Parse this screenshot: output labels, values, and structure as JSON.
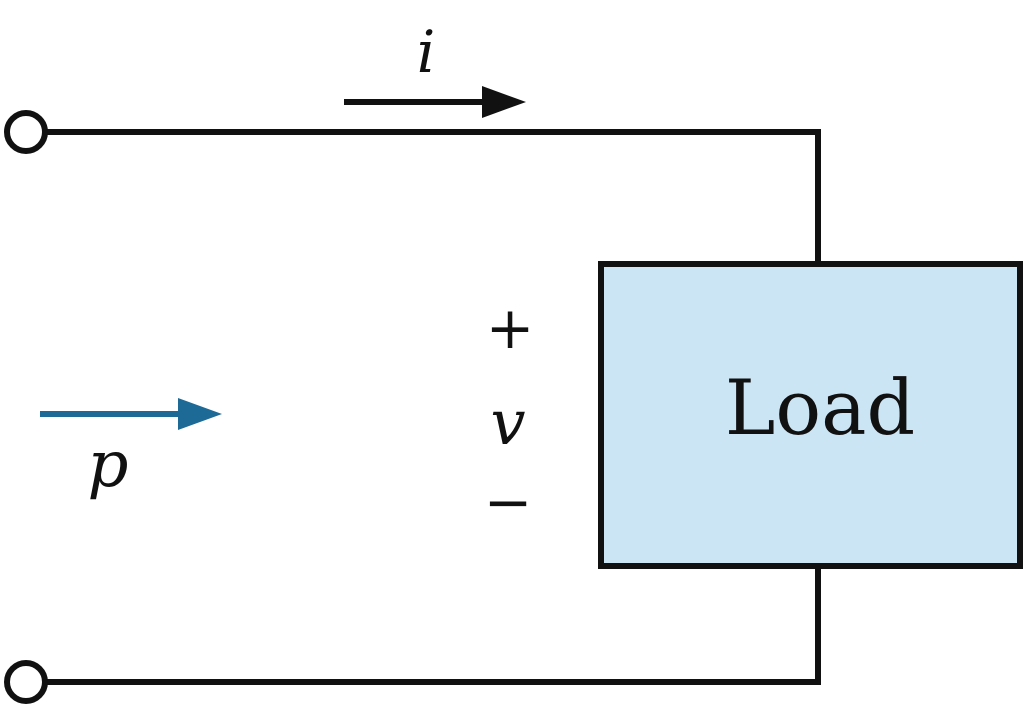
{
  "diagram": {
    "current_label": "i",
    "power_label": "p",
    "voltage_label": "v",
    "polarity_plus": "+",
    "polarity_minus": "−",
    "load_label": "Load"
  },
  "colors": {
    "wire": "#111111",
    "load_fill": "#cbe5f5",
    "power_arrow": "#1e6a96"
  }
}
